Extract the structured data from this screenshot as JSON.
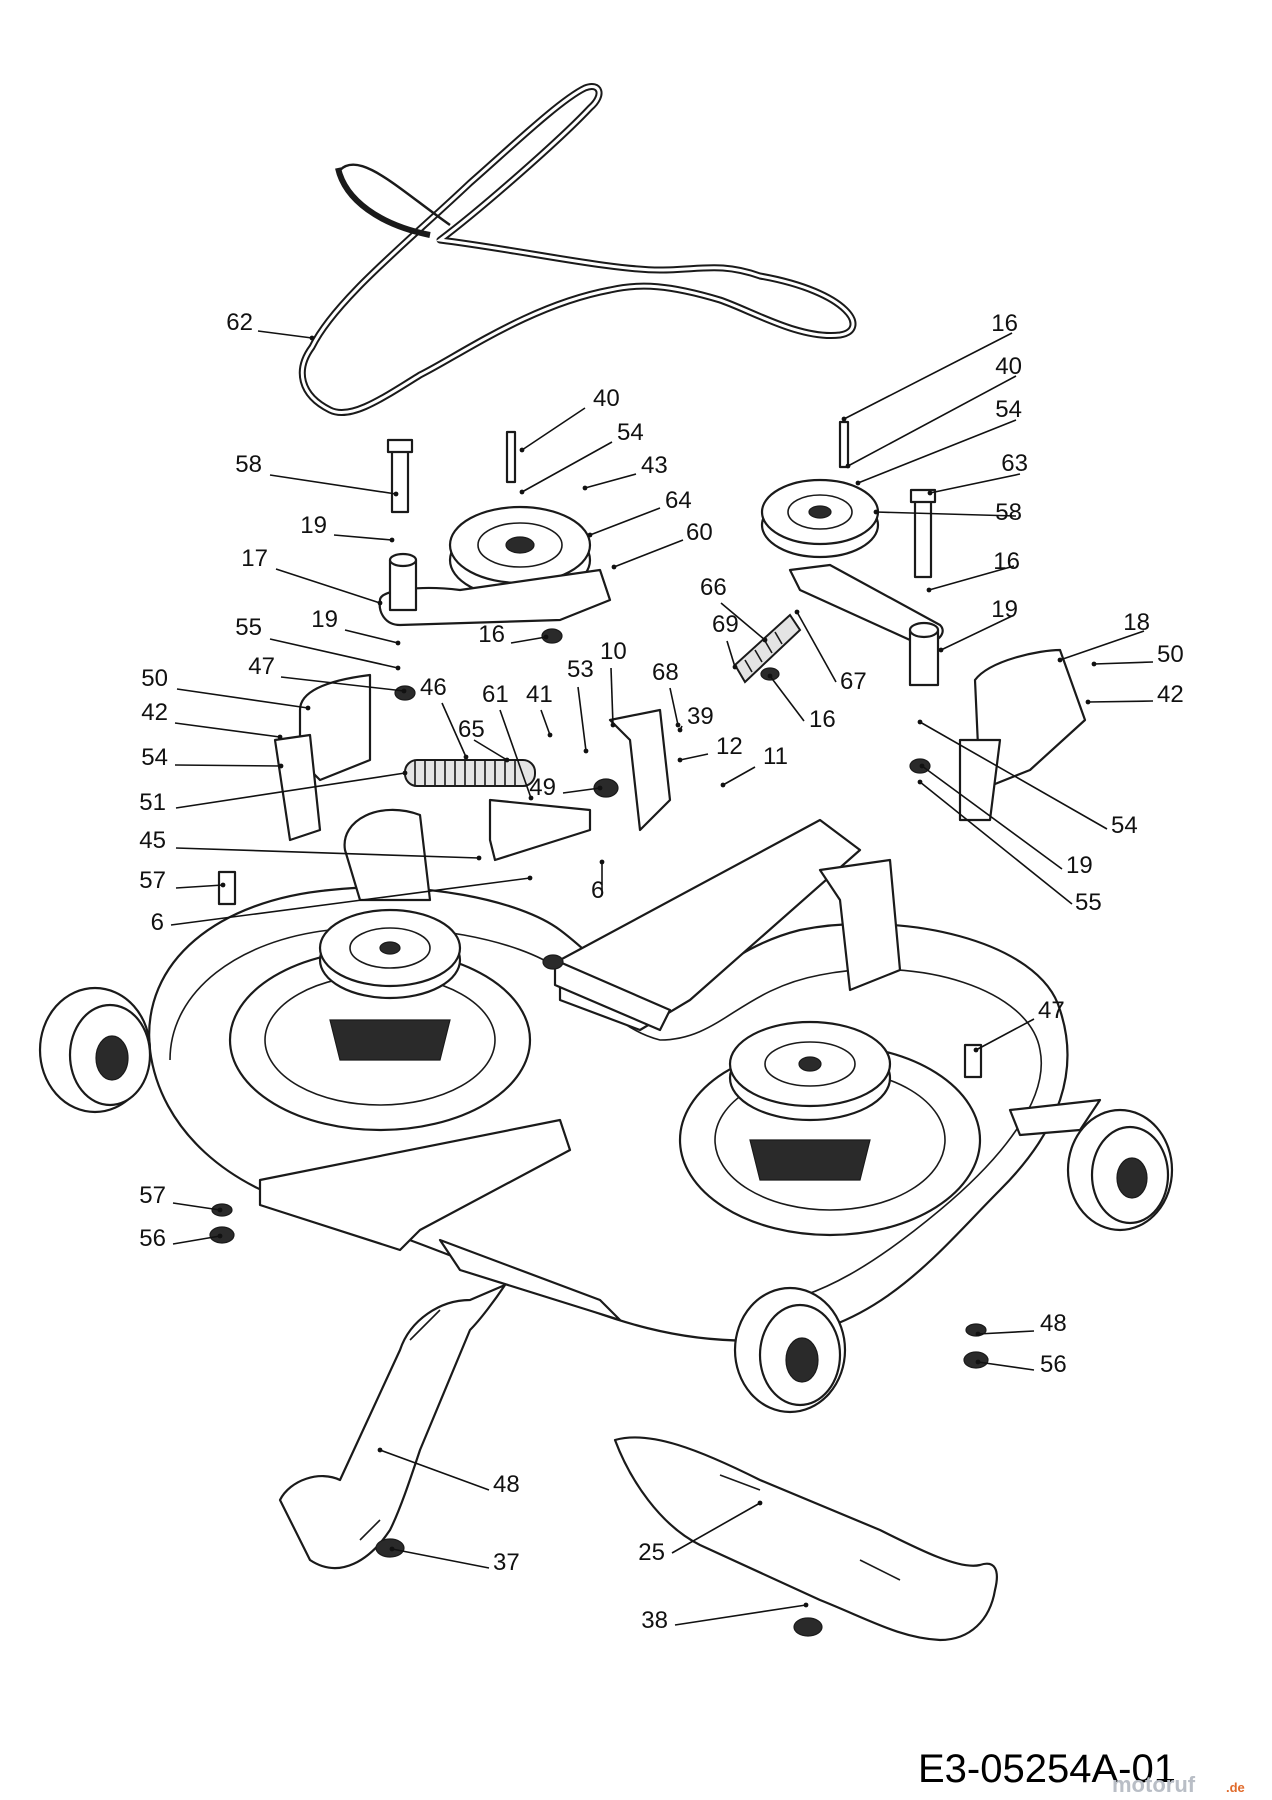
{
  "drawing_code": "E3-05254A-01",
  "watermark": {
    "text": "motoruf",
    "suffix": ".de",
    "color_main": "#b9bec6",
    "color_accent": "#e06a2a"
  },
  "callouts": [
    {
      "label": "62"
    },
    {
      "label": "40"
    },
    {
      "label": "54"
    },
    {
      "label": "43"
    },
    {
      "label": "64"
    },
    {
      "label": "60"
    },
    {
      "label": "58"
    },
    {
      "label": "19"
    },
    {
      "label": "17"
    },
    {
      "label": "16"
    },
    {
      "label": "19"
    },
    {
      "label": "55"
    },
    {
      "label": "47"
    },
    {
      "label": "50"
    },
    {
      "label": "42"
    },
    {
      "label": "54"
    },
    {
      "label": "51"
    },
    {
      "label": "45"
    },
    {
      "label": "57"
    },
    {
      "label": "6"
    },
    {
      "label": "46"
    },
    {
      "label": "65"
    },
    {
      "label": "61"
    },
    {
      "label": "41"
    },
    {
      "label": "53"
    },
    {
      "label": "10"
    },
    {
      "label": "49"
    },
    {
      "label": "6"
    },
    {
      "label": "68"
    },
    {
      "label": "69"
    },
    {
      "label": "66"
    },
    {
      "label": "39"
    },
    {
      "label": "12"
    },
    {
      "label": "11"
    },
    {
      "label": "67"
    },
    {
      "label": "16"
    },
    {
      "label": "16"
    },
    {
      "label": "40"
    },
    {
      "label": "54"
    },
    {
      "label": "63"
    },
    {
      "label": "58"
    },
    {
      "label": "16"
    },
    {
      "label": "19"
    },
    {
      "label": "18"
    },
    {
      "label": "50"
    },
    {
      "label": "42"
    },
    {
      "label": "54"
    },
    {
      "label": "19"
    },
    {
      "label": "55"
    },
    {
      "label": "47"
    },
    {
      "label": "57"
    },
    {
      "label": "56"
    },
    {
      "label": "48"
    },
    {
      "label": "56"
    },
    {
      "label": "48"
    },
    {
      "label": "37"
    },
    {
      "label": "25"
    },
    {
      "label": "38"
    },
    {
      "label": "25"
    }
  ]
}
